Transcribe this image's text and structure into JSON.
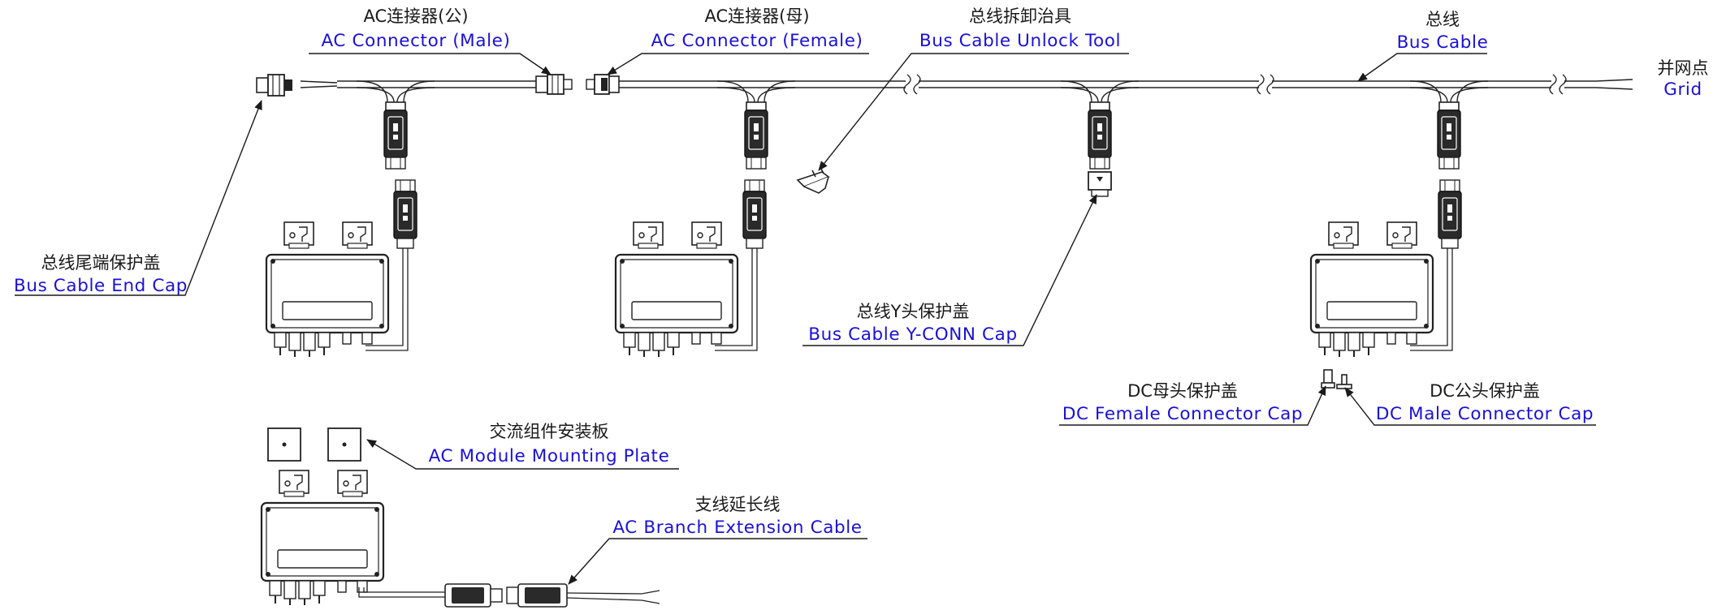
{
  "labels": {
    "ac_male": {
      "cn": "AC连接器(公)",
      "en": "AC Connector (Male)"
    },
    "ac_female": {
      "cn": "AC连接器(母)",
      "en": "AC Connector (Female)"
    },
    "unlock_tool": {
      "cn": "总线拆卸治具",
      "en": "Bus Cable Unlock Tool"
    },
    "bus_cable": {
      "cn": "总线",
      "en": "Bus Cable"
    },
    "grid": {
      "cn": "并网点",
      "en": "Grid"
    },
    "end_cap": {
      "cn": "总线尾端保护盖",
      "en": "Bus Cable End Cap"
    },
    "yconn_cap": {
      "cn": "总线Y头保护盖",
      "en": "Bus Cable Y-CONN Cap"
    },
    "dc_female_cap": {
      "cn": "DC母头保护盖",
      "en": "DC Female Connector Cap"
    },
    "dc_male_cap": {
      "cn": "DC公头保护盖",
      "en": "DC Male Connector Cap"
    },
    "mount_plate": {
      "cn": "交流组件安装板",
      "en": "AC Module Mounting Plate"
    },
    "branch_ext": {
      "cn": "支线延长线",
      "en": "AC Branch Extension Cable"
    }
  },
  "colors": {
    "line": "#1a1a1a",
    "english_text": "#1a10d8",
    "chinese_text": "#1a1a1a"
  }
}
